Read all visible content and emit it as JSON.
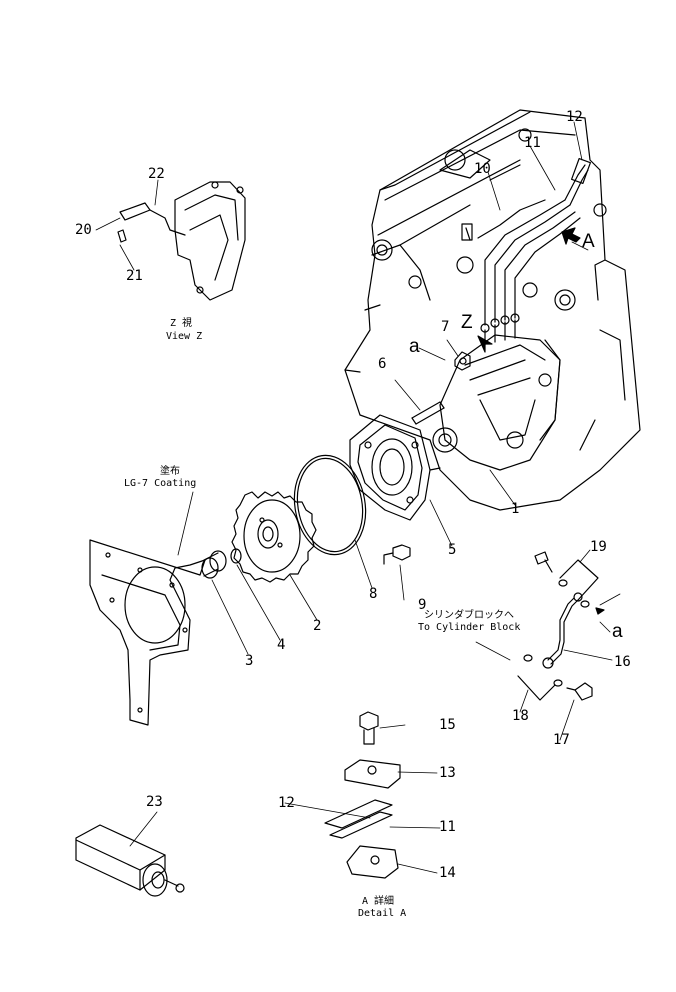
{
  "diagram": {
    "part_numbers": [
      "1",
      "2",
      "3",
      "4",
      "5",
      "6",
      "7",
      "8",
      "9",
      "10",
      "11",
      "12",
      "13",
      "14",
      "15",
      "16",
      "17",
      "18",
      "19",
      "20",
      "21",
      "22",
      "23"
    ],
    "view_z": {
      "jp": "Z 視",
      "en": "View Z"
    },
    "coating": {
      "jp": "塗布",
      "en": "LG-7 Coating"
    },
    "to_block": {
      "jp": "シリンダブロックへ",
      "en": "To Cylinder Block"
    },
    "detail_a": {
      "jp": "A 詳細",
      "en": "Detail A"
    },
    "markers": {
      "z": "Z",
      "a_arrow": "A",
      "a_lower_left": "a",
      "a_lower_right": "a"
    }
  }
}
